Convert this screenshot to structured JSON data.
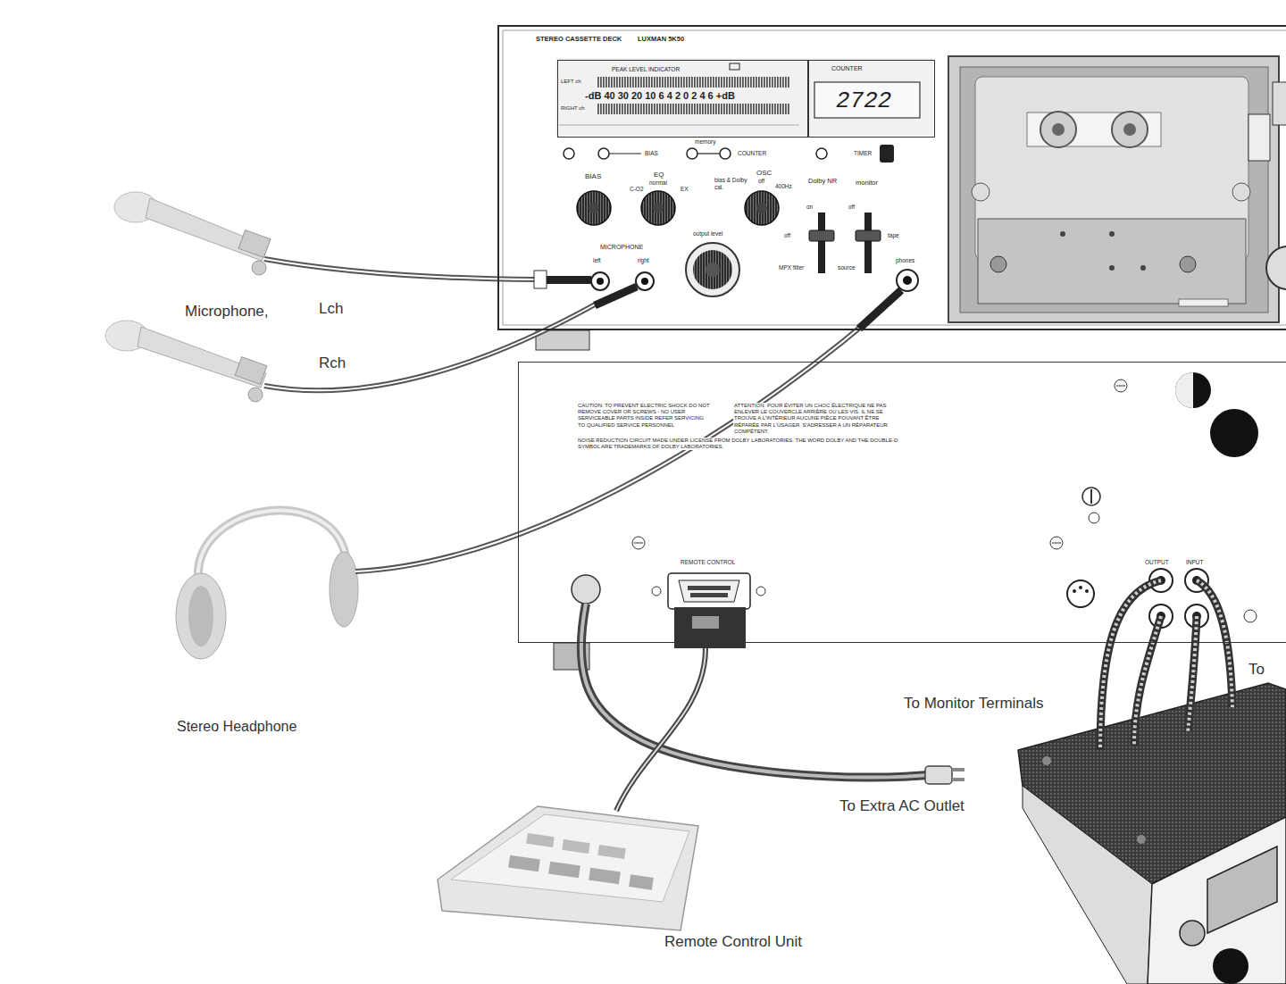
{
  "diagram": {
    "nodes": [
      {
        "text": [
          "STEREO CASSETTE DECK",
          "LUXMAN 5K50"
        ]
      },
      {
        "text": [
          "PEAK LEVEL INDICATOR"
        ],
        "in": 0
      },
      {
        "text": [
          "COUNTER",
          "2722"
        ],
        "in": 0
      },
      {
        "text": [
          "CAUTION: TO PREVENT ELECTRIC SHOCK DO NOT REMOVE COVER OR SCREWS - NO USER SERVICEABLE PARTS INSIDE REFER SERVICING TO QUALIFIED SERVICE PERSONNEL",
          "ATTENTION: POUR ÉVITER UN CHOC ÉLECTRIQUE NE PAS ENLEVER LE COUVERCLE ARRIÈRE OU LES VIS. IL NE SE TROUVE A L'INTÉRIEUR AUCUNE PIÈCE POUVANT ÊTRE RÉPARÉE PAR L'USAGER. S'ADRESSER A UN RÉPARATEUR COMPÉTENT.",
          "NOISE REDUCTION CIRCUIT MADE UNDER LICENSE FROM DOLBY LABORATORIES. THE WORD DOLBY AND THE DOUBLE-D SYMBOL ARE TRADEMARKS OF DOLBY LABORATORIES."
        ]
      }
    ],
    "labels": [
      "Microphone,",
      "Lch",
      "Rch",
      "Stereo Headphone",
      "Remote Control Unit",
      "To Monitor Terminals",
      "To Extra AC Outlet",
      "To",
      "LEFT ch",
      "RIGHT ch",
      "-dB 40 30 20 10 6 4 2 0 2 4 6 +dB",
      "BIAS",
      "EQ",
      "normal",
      "C-O2",
      "EX",
      "OSC",
      "off",
      "bias & Dolby cal.",
      "400Hz",
      "Dolby NR",
      "on",
      "off",
      "MPX filter",
      "monitor",
      "off",
      "tape",
      "source",
      "MICROPHONE",
      "left",
      "right",
      "output level",
      "phones",
      "BIAS",
      "memory",
      "COUNTER",
      "TIMER",
      "REMOTE CONTROL",
      "OUTPUT",
      "INPUT"
    ]
  }
}
